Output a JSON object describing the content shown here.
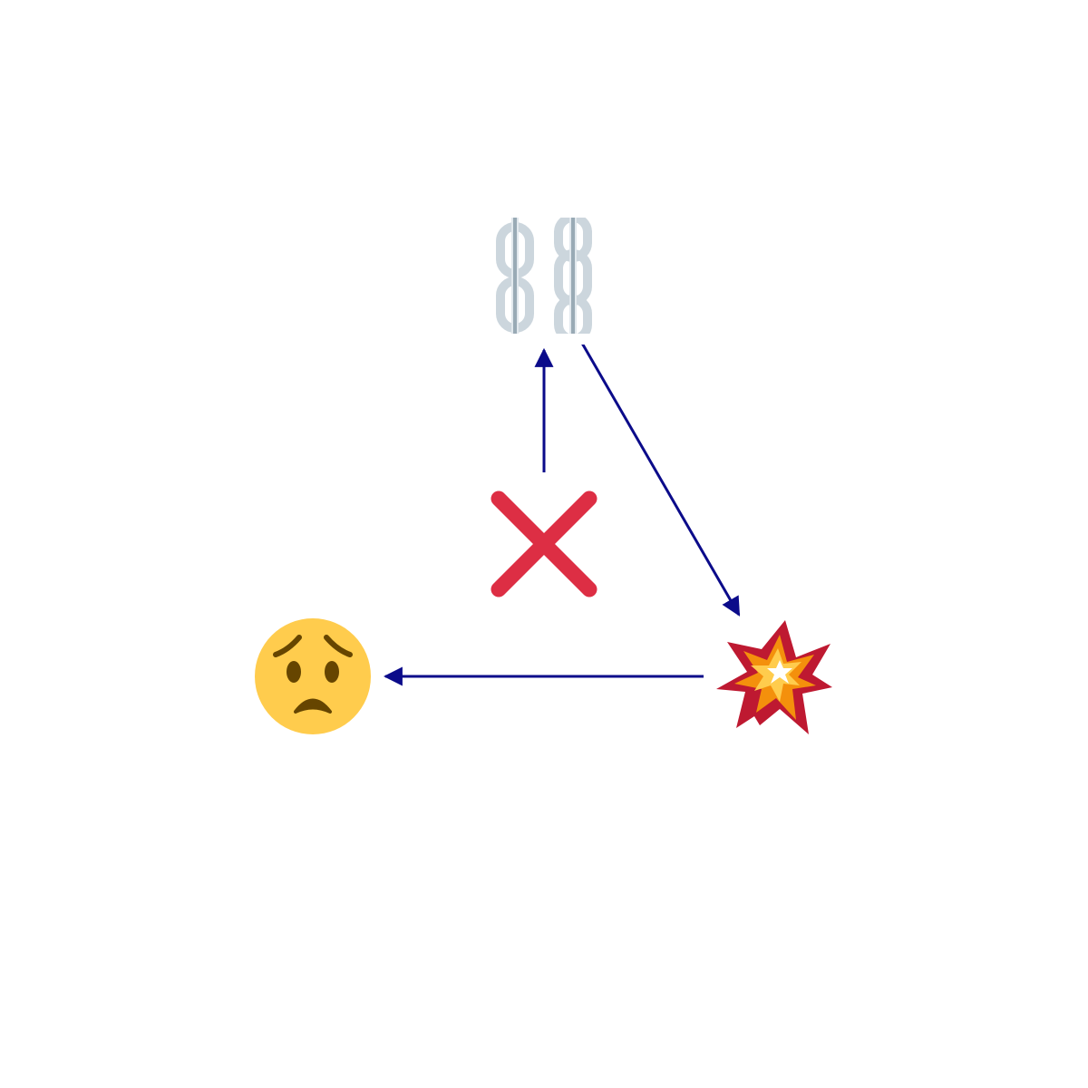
{
  "diagram": {
    "nodes": [
      {
        "id": "chains",
        "icon": "chains-icon"
      },
      {
        "id": "cross",
        "icon": "cross-mark-icon"
      },
      {
        "id": "collision",
        "icon": "collision-icon"
      },
      {
        "id": "worried-face",
        "icon": "worried-face-icon"
      }
    ],
    "edges": [
      {
        "from": "cross",
        "to": "chains"
      },
      {
        "from": "chains",
        "to": "collision"
      },
      {
        "from": "collision",
        "to": "worried-face"
      }
    ],
    "colors": {
      "arrow": "#0b0b8a",
      "cross": "#dd2e44",
      "chain": "#ccd6dd",
      "chain_shade": "#99aab5",
      "face": "#ffcc4d",
      "face_features": "#664500",
      "collision_outer": "#be1931",
      "collision_mid": "#f4900c",
      "collision_inner": "#ffcc4d",
      "collision_core": "#ffffff"
    }
  }
}
